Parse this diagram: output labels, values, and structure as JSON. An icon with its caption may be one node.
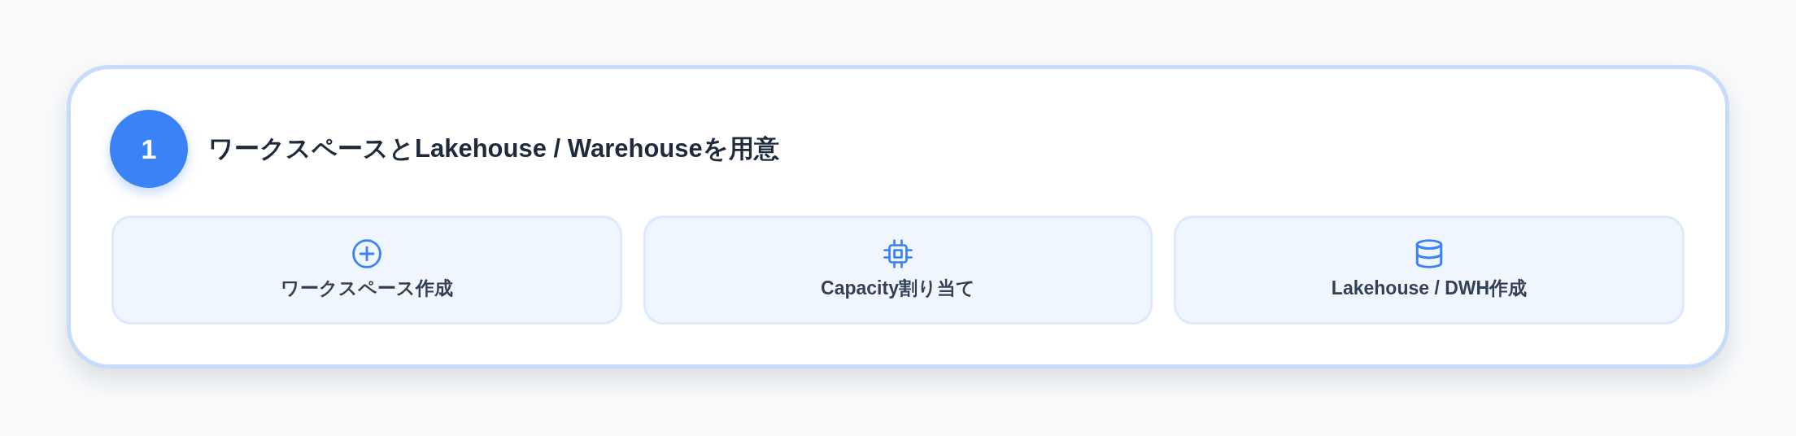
{
  "diagram": {
    "nodes": [
      {
        "text": [
          "ワークスペースとLakehouse / Warehouseを用意"
        ]
      },
      {
        "text": [
          "1"
        ],
        "in": 0
      },
      {
        "text": [
          "ワークスペース作成"
        ],
        "in": 0
      },
      {
        "text": [
          "Capacity割り当て"
        ],
        "in": 0
      },
      {
        "text": [
          "Lakehouse / DWH作成"
        ],
        "in": 0
      }
    ],
    "edges": []
  }
}
